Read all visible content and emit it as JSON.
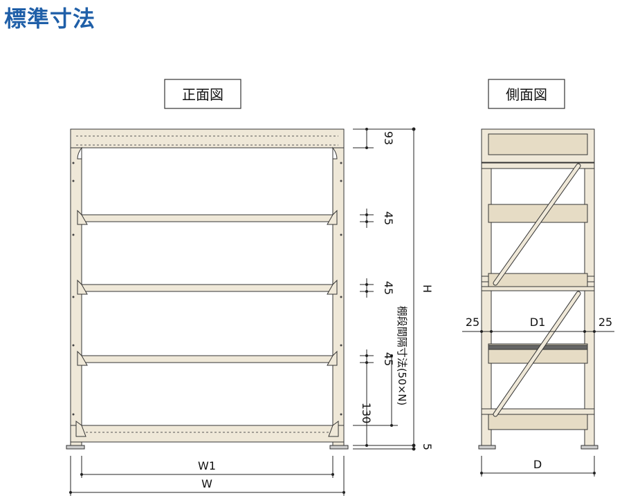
{
  "page": {
    "title": "標準寸法"
  },
  "views": {
    "front_title": "正面図",
    "side_title": "側面図"
  },
  "dimensions": {
    "top": "93",
    "shelf_gap_1": "45",
    "shelf_gap_2": "45",
    "shelf_gap_3": "45",
    "bottom_shelf": "130",
    "foot": "5",
    "height": "H",
    "pitch_label": "棚段間隔寸法(50×N)",
    "width_inner": "W1",
    "width": "W",
    "side_left": "25",
    "side_inner": "D1",
    "side_right": "25",
    "depth": "D"
  },
  "colors": {
    "frame_fill": "#efe8d8",
    "line": "#333333",
    "title": "#1f5fa8"
  }
}
